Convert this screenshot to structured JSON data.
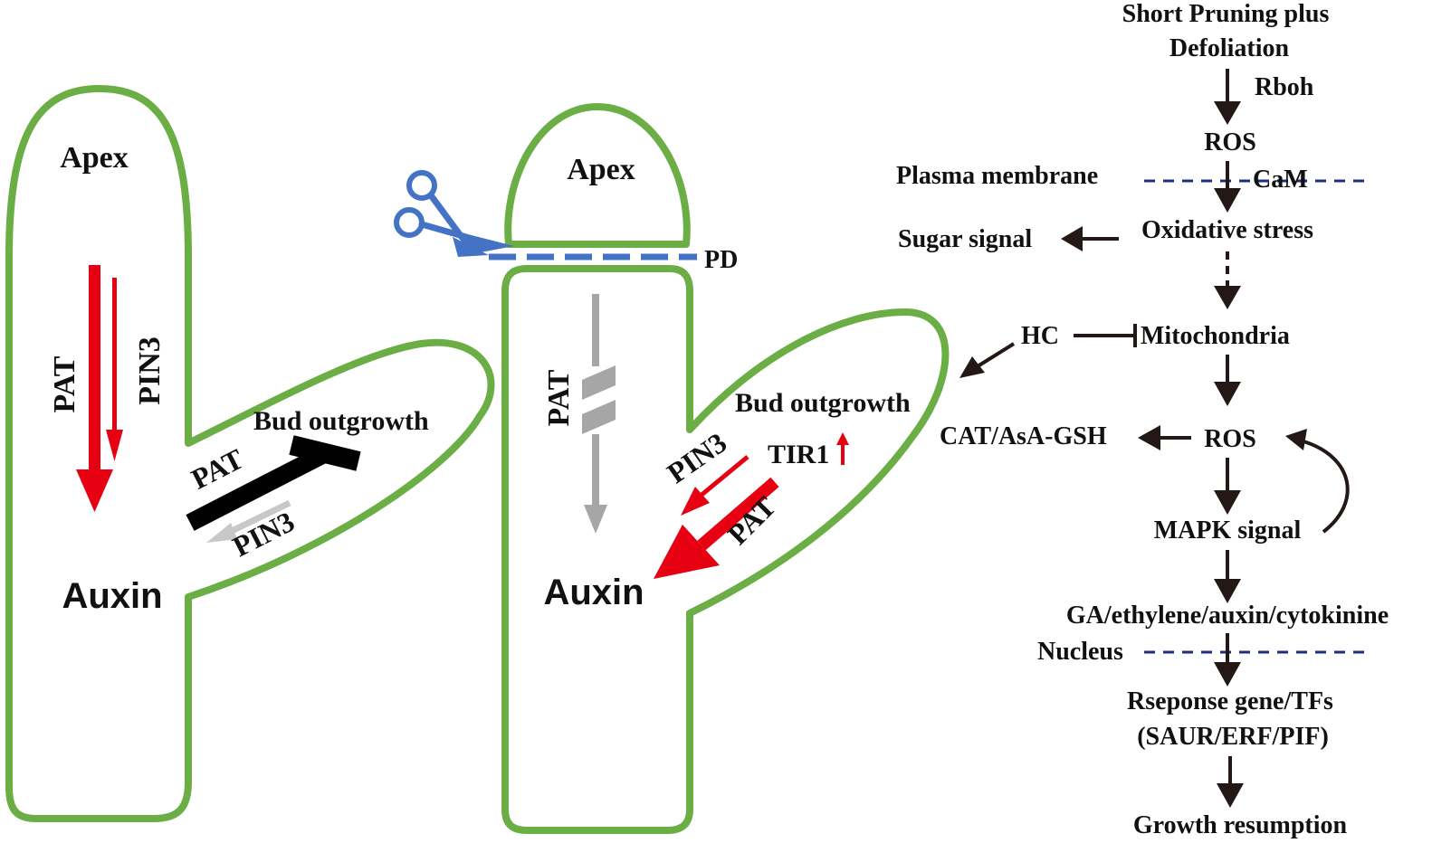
{
  "left_panel": {
    "apex": "Apex",
    "pat_main": "PAT",
    "pin3_main": "PIN3",
    "bud_outgrowth": "Bud outgrowth",
    "pat_bud": "PAT",
    "pin3_bud": "PIN3",
    "auxin": "Auxin"
  },
  "middle_panel": {
    "apex": "Apex",
    "pd": "PD",
    "pat_main": "PAT",
    "bud_outgrowth": "Bud outgrowth",
    "pin3_bud": "PIN3",
    "tir1": "TIR1",
    "pat_bud": "PAT",
    "auxin": "Auxin"
  },
  "pathway": {
    "title_line1": "Short Pruning plus",
    "title_line2": "Defoliation",
    "rboh": "Rboh",
    "ros_1": "ROS",
    "plasma_membrane": "Plasma membrane",
    "cam": "CaM",
    "oxidative_stress": "Oxidative stress",
    "sugar_signal": "Sugar signal",
    "hc": "HC",
    "mitochondria": "Mitochondria",
    "cat_asa_gsh": "CAT/AsA-GSH",
    "ros_2": "ROS",
    "mapk_signal": "MAPK signal",
    "hormones": "GA/ethylene/auxin/cytokinine",
    "nucleus": "Nucleus",
    "response_line1": "Rseponse gene/TFs",
    "response_line2": "(SAUR/ERF/PIF)",
    "growth_resumption": "Growth resumption"
  },
  "colors": {
    "outline_green": "#6aae45",
    "auxin_red": "#e60012",
    "scissors_blue": "#4472c4",
    "membrane_navy": "#1f2d7a",
    "inactive_gray": "#a6a6a6"
  }
}
